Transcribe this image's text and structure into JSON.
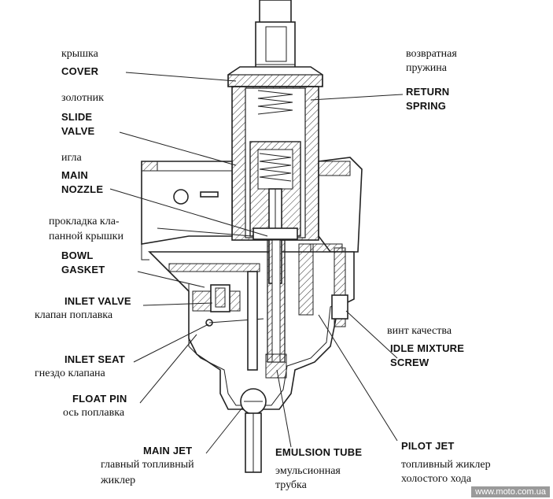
{
  "labels": {
    "cover_ru": "крышка",
    "cover_en": "COVER",
    "slide_ru": "золотник",
    "slide_en_1": "SLIDE",
    "slide_en_2": "VALVE",
    "needle_ru": "игла",
    "nozzle_en_1": "MAIN",
    "nozzle_en_2": "NOZZLE",
    "gasket_ru_1": "прокладка кла-",
    "gasket_ru_2": "панной крышки",
    "gasket_en_1": "BOWL",
    "gasket_en_2": "GASKET",
    "inlet_valve_en": "INLET VALVE",
    "inlet_valve_ru": "клапан поплавка",
    "inlet_seat_en": "INLET SEAT",
    "inlet_seat_ru": "гнездо клапана",
    "float_pin_en": "FLOAT PIN",
    "float_pin_ru": "ось поплавка",
    "main_jet_en": "MAIN JET",
    "main_jet_ru_1": "главный топливный",
    "main_jet_ru_2": "жиклер",
    "emulsion_en": "EMULSION TUBE",
    "emulsion_ru_1": "эмульсионная",
    "emulsion_ru_2": "трубка",
    "pilot_en": "PILOT JET",
    "pilot_ru_1": "топливный жиклер",
    "pilot_ru_2": "холостого хода",
    "return_ru_1": "возвратная",
    "return_ru_2": "пружина",
    "return_en_1": "RETURN",
    "return_en_2": "SPRING",
    "idle_ru": "винт качества",
    "idle_en_1": "IDLE MIXTURE",
    "idle_en_2": "SCREW"
  },
  "watermark": "www.moto.com.ua",
  "colors": {
    "ink": "#222222",
    "watermark_bg": "#9a9a9a"
  }
}
